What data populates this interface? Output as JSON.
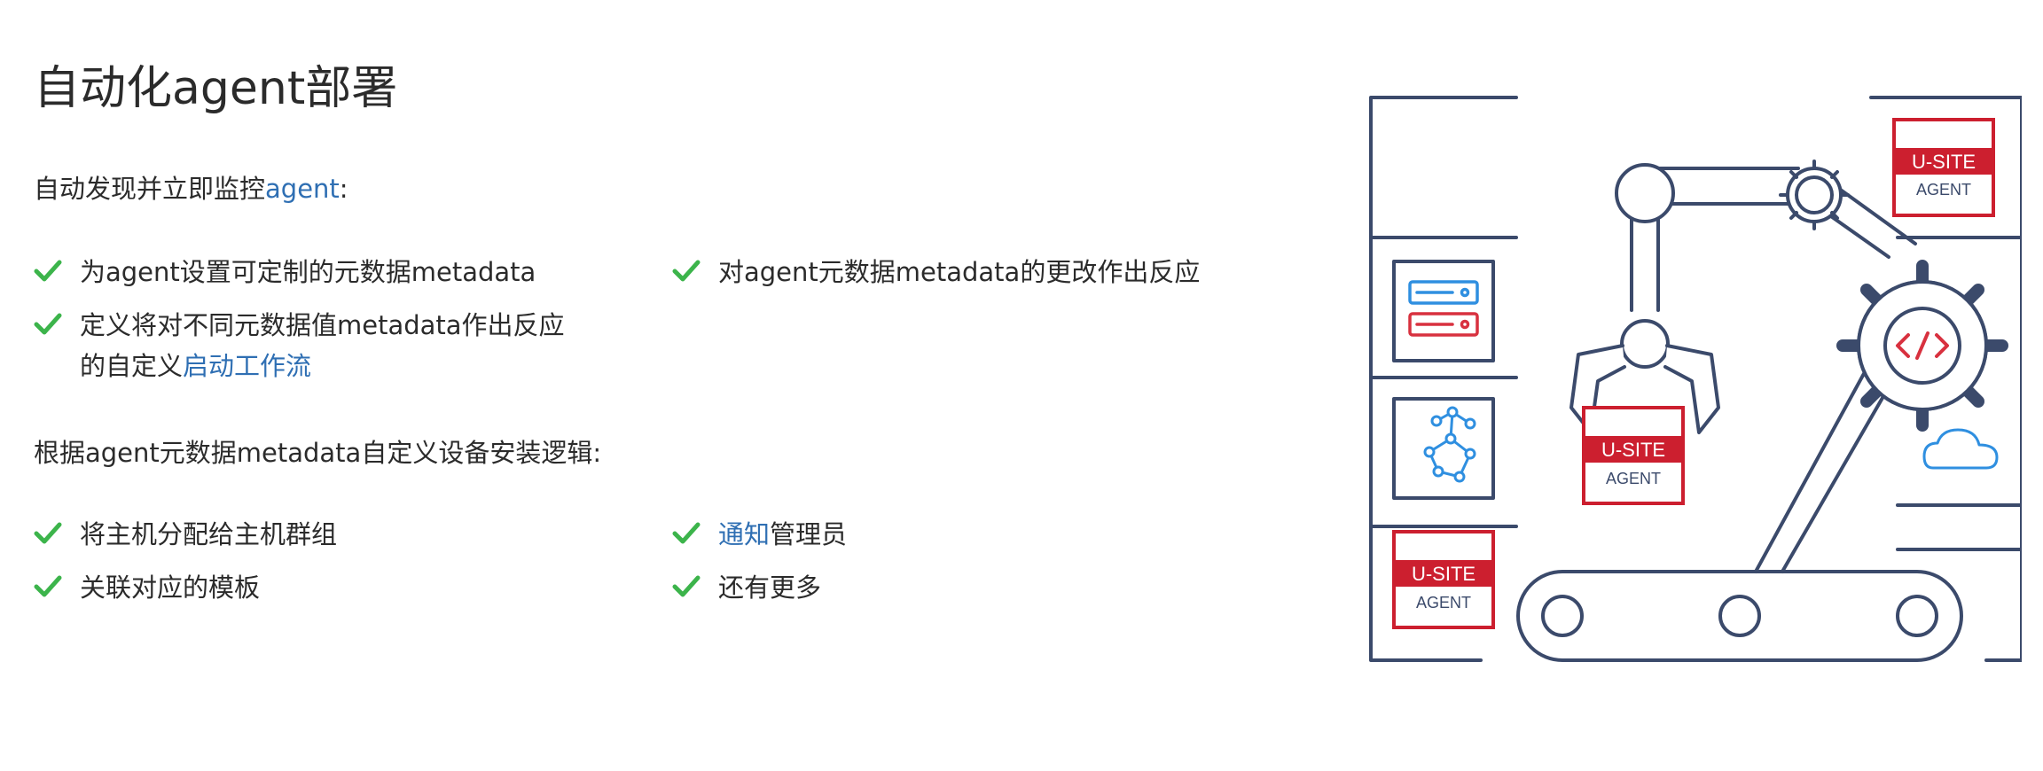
{
  "title": "自动化agent部署",
  "section1": {
    "intro_prefix": "自动发现并立即监控",
    "intro_link": "agent",
    "intro_suffix": ":",
    "items": [
      {
        "text": "为agent设置可定制的元数据metadata"
      },
      {
        "text": "对agent元数据metadata的更改作出反应"
      },
      {
        "line1": "定义将对不同元数据值metadata作出反应",
        "line2_prefix": "的自定义",
        "line2_link": "启动工作流"
      }
    ]
  },
  "section2": {
    "intro": "根据agent元数据metadata自定义设备安装逻辑:",
    "items": [
      {
        "text": "将主机分配给主机群组"
      },
      {
        "link": "通知",
        "text": "管理员"
      },
      {
        "text": "关联对应的模板"
      },
      {
        "text": "还有更多"
      }
    ]
  },
  "illustration": {
    "badge_top": "U-SITE",
    "badge_bottom": "AGENT"
  },
  "colors": {
    "check": "#3cb44b",
    "link": "#2f6fb3",
    "line": "#3b4a6b",
    "badge_red": "#cc1f2f",
    "icon_blue": "#2f8fe0",
    "icon_red": "#d8313f"
  }
}
